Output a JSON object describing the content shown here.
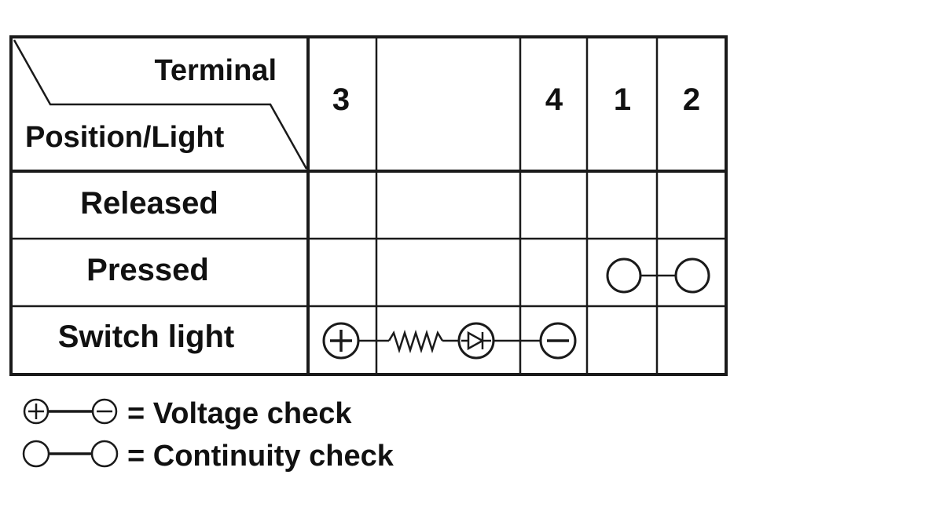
{
  "table": {
    "corner": {
      "top_label": "Terminal",
      "bottom_label": "Position/Light"
    },
    "terminal_headers": [
      "3",
      "",
      "4",
      "1",
      "2"
    ],
    "rows": [
      {
        "label": "Released"
      },
      {
        "label": "Pressed"
      },
      {
        "label": "Switch light"
      }
    ]
  },
  "connections": [
    {
      "row": "Pressed",
      "from_terminal": "1",
      "to_terminal": "2",
      "type": "continuity"
    },
    {
      "row": "Switch light",
      "from_terminal": "3",
      "to_terminal": "4",
      "type": "voltage",
      "components": [
        "resistor",
        "led"
      ]
    }
  ],
  "legend": {
    "voltage": "= Voltage check",
    "continuity": "= Continuity check"
  },
  "icons": [
    "plus-terminal-icon",
    "minus-terminal-icon",
    "open-circle-terminal-icon",
    "resistor-icon",
    "led-diode-icon"
  ]
}
